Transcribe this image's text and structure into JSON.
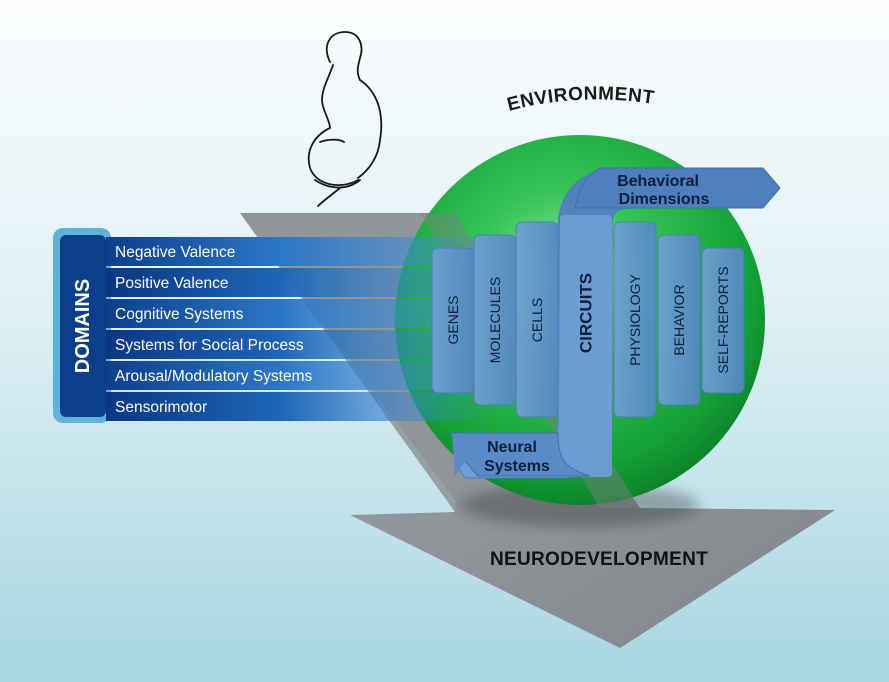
{
  "header": {
    "environment_label": "ENVIRONMENT"
  },
  "footer": {
    "neurodevelopment_label": "NEURODEVELOPMENT"
  },
  "domains": {
    "title": "DOMAINS",
    "items": [
      "Negative Valence",
      "Positive Valence",
      "Cognitive Systems",
      "Systems for Social Process",
      "Arousal/Modulatory Systems",
      "Sensorimotor"
    ]
  },
  "units": {
    "genes": "GENES",
    "molecules": "MOLECULES",
    "cells": "CELLS",
    "circuits": "CIRCUITS",
    "physiology": "PHYSIOLOGY",
    "behavior": "BEHAVIOR",
    "self_reports": "SELF-REPORTS"
  },
  "arrows": {
    "behavioral_line1": "Behavioral",
    "behavioral_line2": "Dimensions",
    "neural_line1": "Neural",
    "neural_line2": "Systems"
  },
  "icons": {
    "figure": "pregnant-woman-icon"
  },
  "colors": {
    "background_top": "#f4f9fb",
    "background_bottom": "#a9d7e2",
    "sphere_green": "#1fae3c",
    "domain_blue": "#0a3f8c",
    "unit_blue": "#5b8fcb",
    "arrow_gray": "#8b8f93"
  }
}
